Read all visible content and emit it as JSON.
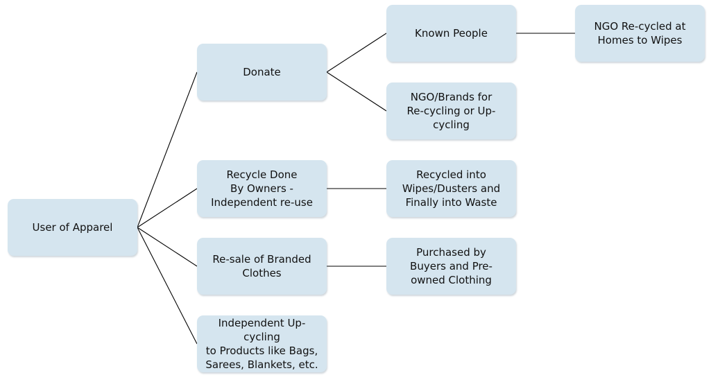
{
  "diagram": {
    "nodes": {
      "user": "User of Apparel",
      "donate": "Donate",
      "recycle": "Recycle Done\nBy Owners -\nIndependent re-use",
      "resale": "Re-sale of Branded\nClothes",
      "upcycle": "Independent Up-cycling\nto Products like Bags,\nSarees, Blankets, etc.",
      "known": "Known People",
      "ngo_brands": "NGO/Brands for\nRe-cycling or Up-\ncycling",
      "wipes": "Recycled into\nWipes/Dusters and\nFinally into Waste",
      "buyers": "Purchased by\nBuyers and Pre-\nowned Clothing",
      "ngo_home": "NGO Re-cycled at\nHomes to Wipes"
    },
    "edges": [
      [
        "user",
        "donate"
      ],
      [
        "user",
        "recycle"
      ],
      [
        "user",
        "resale"
      ],
      [
        "user",
        "upcycle"
      ],
      [
        "donate",
        "known"
      ],
      [
        "donate",
        "ngo_brands"
      ],
      [
        "recycle",
        "wipes"
      ],
      [
        "resale",
        "buyers"
      ],
      [
        "known",
        "ngo_home"
      ]
    ],
    "colors": {
      "node_fill": "#d5e5ef",
      "connector": "#000000"
    }
  }
}
